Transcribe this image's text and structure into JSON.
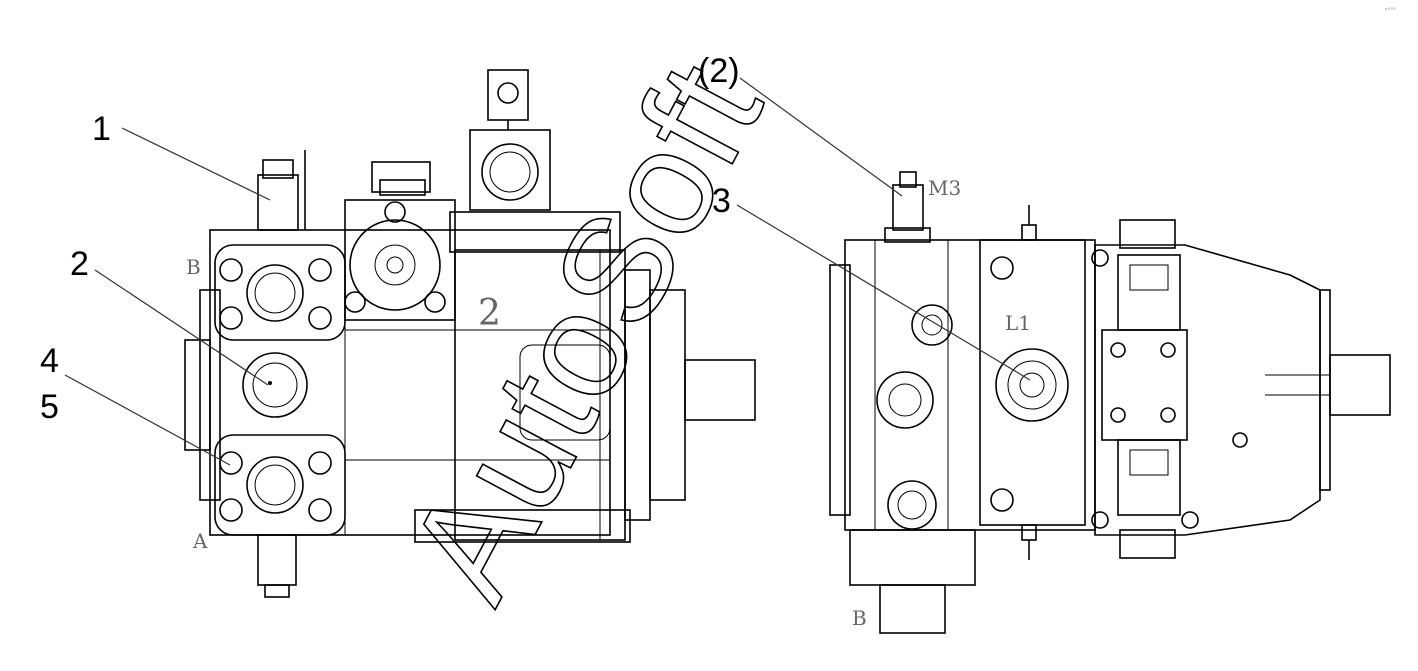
{
  "callouts": {
    "c1": "1",
    "c2": "2",
    "c4": "4",
    "c5": "5",
    "c2p": "(2)",
    "c3": "3"
  },
  "port_marks": {
    "left_b": "B",
    "left_a": "A",
    "left_body": "2",
    "right_m3": "M3",
    "right_l1": "L1",
    "right_b": "B"
  },
  "watermark": "AutoSoft",
  "corner_mark": "ᵒ°°°"
}
